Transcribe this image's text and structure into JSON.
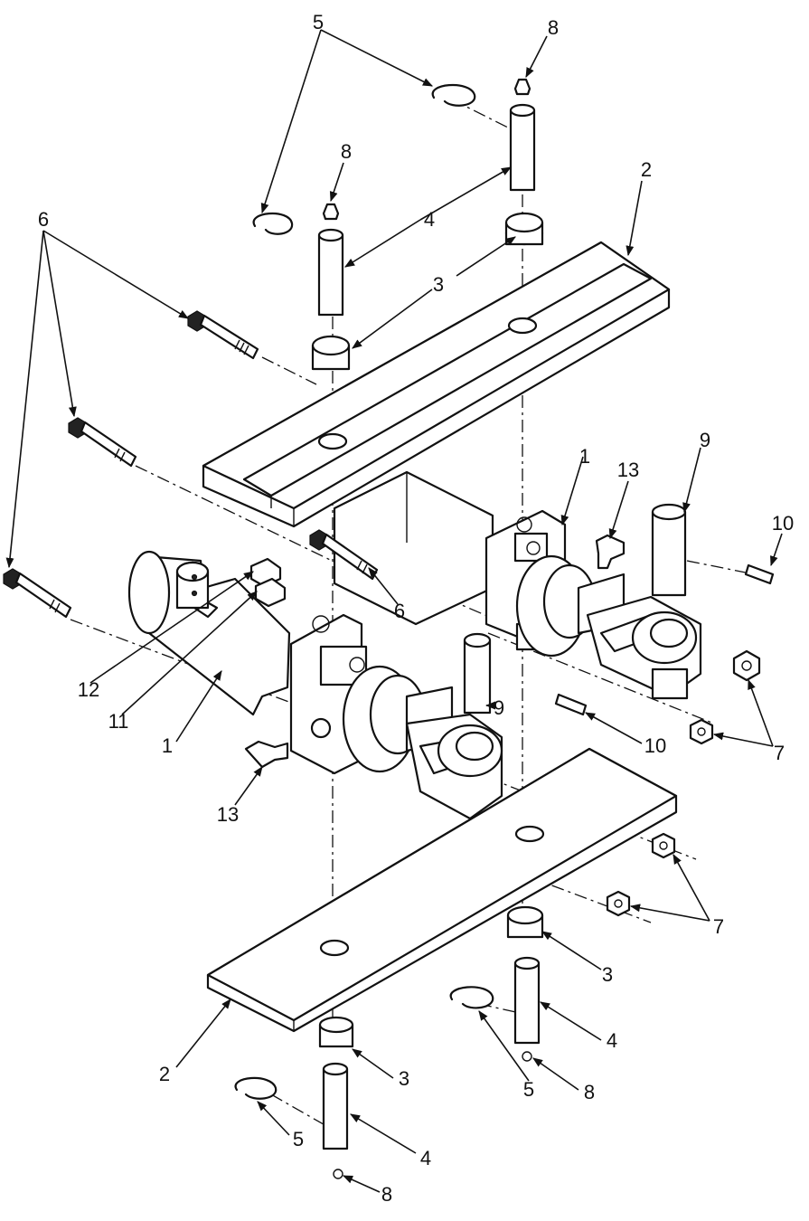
{
  "callouts": {
    "c1a": "1",
    "c1b": "1",
    "c2a": "2",
    "c2b": "2",
    "c3a": "3",
    "c3b": "3",
    "c3c": "3",
    "c4a": "4",
    "c4b": "4",
    "c4c": "4",
    "c5a": "5",
    "c5b": "5",
    "c5c": "5",
    "c6a": "6",
    "c6b": "6",
    "c7a": "7",
    "c7b": "7",
    "c8a": "8",
    "c8b": "8",
    "c8c": "8",
    "c8d": "8",
    "c9a": "9",
    "c9b": "9",
    "c10a": "10",
    "c10b": "10",
    "c11": "11",
    "c12": "12",
    "c13a": "13",
    "c13b": "13"
  }
}
